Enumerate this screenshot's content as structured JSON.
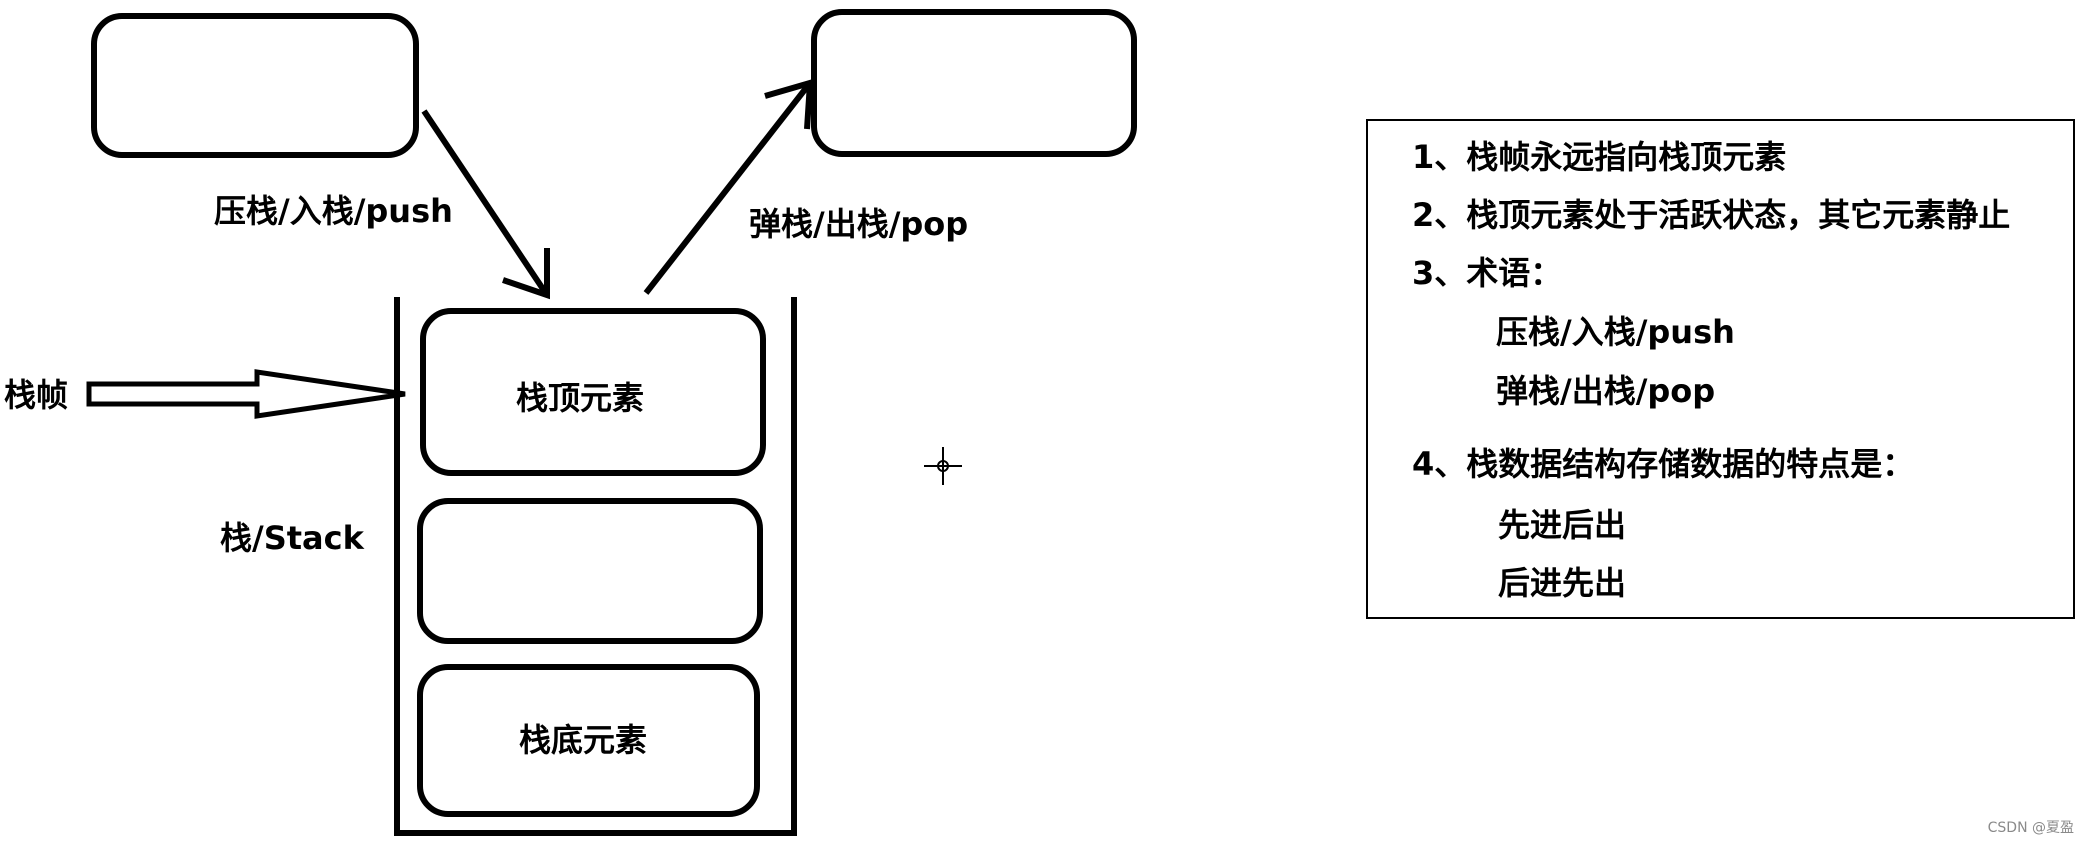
{
  "diagram": {
    "stack_label": "栈/Stack",
    "frame_label": "栈帧",
    "push_label": "压栈/入栈/push",
    "pop_label": "弹栈/出栈/pop",
    "top_element": "栈顶元素",
    "middle_element": "",
    "bottom_element": "栈底元素"
  },
  "notes": {
    "item1": "1、栈帧永远指向栈顶元素",
    "item2": "2、栈顶元素处于活跃状态，其它元素静止",
    "item3": "3、术语：",
    "term1": "压栈/入栈/push",
    "term2": "弹栈/出栈/pop",
    "item4": "4、栈数据结构存储数据的特点是：",
    "trait1": "先进后出",
    "trait2": "后进先出"
  },
  "watermark": "CSDN @夏盈"
}
